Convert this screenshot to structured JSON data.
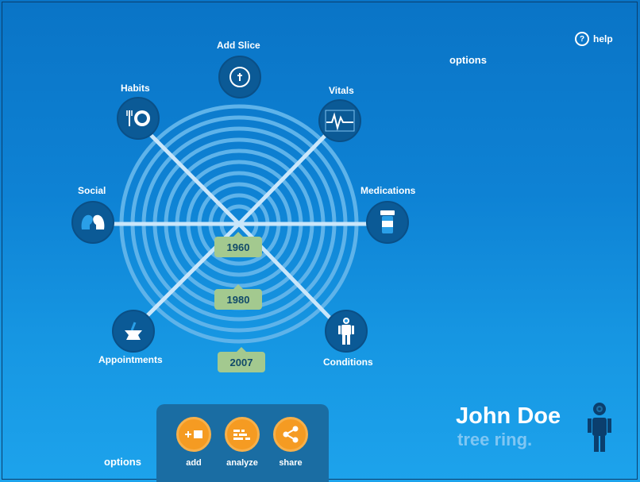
{
  "header": {
    "help_label": "help",
    "options_top_label": "options"
  },
  "wheel": {
    "slices": {
      "add_slice": "Add Slice",
      "habits": "Habits",
      "vitals": "Vitals",
      "social": "Social",
      "medications": "Medications",
      "appointments": "Appointments",
      "conditions": "Conditions"
    },
    "years": [
      "1960",
      "1980",
      "2007"
    ]
  },
  "toolbar": {
    "options_label": "options",
    "add_label": "add",
    "analyze_label": "analyze",
    "share_label": "share"
  },
  "profile": {
    "name": "John Doe",
    "app_name": "tree ring."
  },
  "colors": {
    "accent_orange": "#f59b22",
    "year_tag": "#a3c98f",
    "icon_circle": "#0b5a96"
  }
}
